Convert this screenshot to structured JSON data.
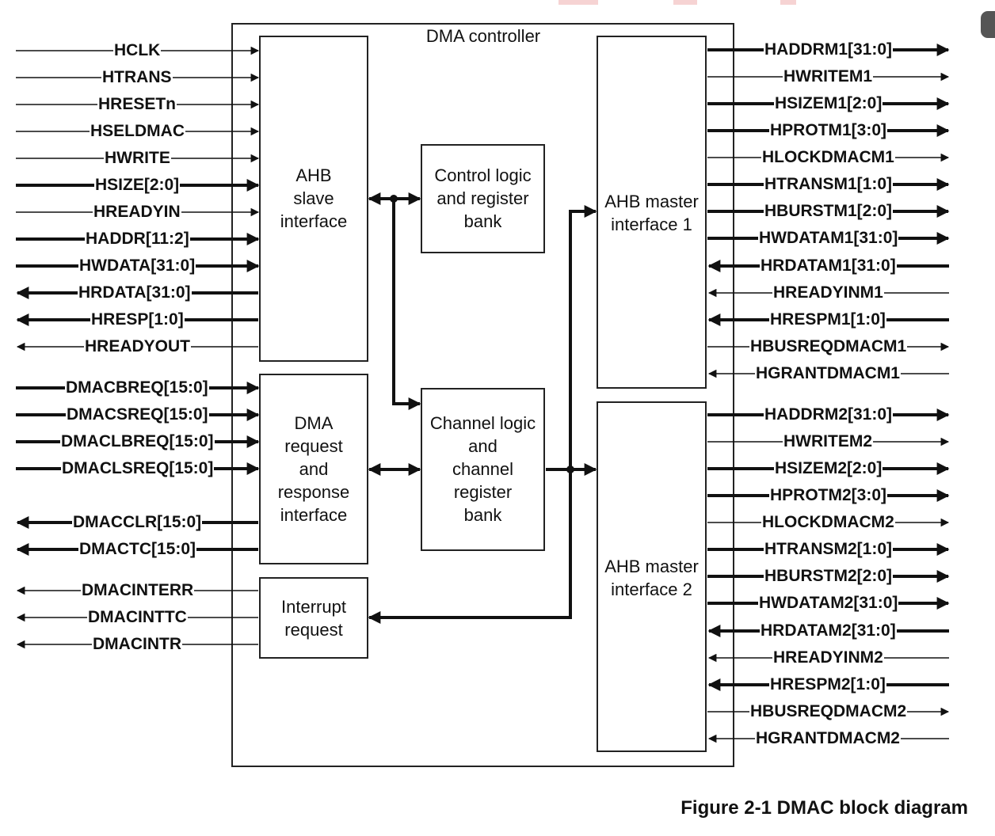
{
  "controller_title": "DMA controller",
  "caption": "Figure 2-1 DMAC block diagram",
  "blocks": {
    "ahb_slave": [
      "AHB",
      "slave",
      "interface"
    ],
    "control_logic": [
      "Control logic",
      "and register",
      "bank"
    ],
    "dma_request": [
      "DMA",
      "request",
      "and",
      "response",
      "interface"
    ],
    "channel_logic": [
      "Channel logic",
      "and",
      "channel",
      "register",
      "bank"
    ],
    "interrupt": [
      "Interrupt",
      "request"
    ],
    "ahb_master1": [
      "AHB master",
      "interface 1"
    ],
    "ahb_master2": [
      "AHB master",
      "interface 2"
    ]
  },
  "left_signals": [
    {
      "name": "HCLK",
      "dir": "in",
      "bus": false
    },
    {
      "name": "HTRANS",
      "dir": "in",
      "bus": false
    },
    {
      "name": "HRESETn",
      "dir": "in",
      "bus": false
    },
    {
      "name": "HSELDMAC",
      "dir": "in",
      "bus": false
    },
    {
      "name": "HWRITE",
      "dir": "in",
      "bus": false
    },
    {
      "name": "HSIZE[2:0]",
      "dir": "in",
      "bus": true
    },
    {
      "name": "HREADYIN",
      "dir": "in",
      "bus": false
    },
    {
      "name": "HADDR[11:2]",
      "dir": "in",
      "bus": true
    },
    {
      "name": "HWDATA[31:0]",
      "dir": "in",
      "bus": true
    },
    {
      "name": "HRDATA[31:0]",
      "dir": "out",
      "bus": true
    },
    {
      "name": "HRESP[1:0]",
      "dir": "out",
      "bus": true
    },
    {
      "name": "HREADYOUT",
      "dir": "out",
      "bus": false
    },
    {
      "name": "DMACBREQ[15:0]",
      "dir": "in",
      "bus": true
    },
    {
      "name": "DMACSREQ[15:0]",
      "dir": "in",
      "bus": true
    },
    {
      "name": "DMACLBREQ[15:0]",
      "dir": "in",
      "bus": true
    },
    {
      "name": "DMACLSREQ[15:0]",
      "dir": "in",
      "bus": true
    },
    {
      "name": "DMACCLR[15:0]",
      "dir": "out",
      "bus": true
    },
    {
      "name": "DMACTC[15:0]",
      "dir": "out",
      "bus": true
    },
    {
      "name": "DMACINTERR",
      "dir": "out",
      "bus": false
    },
    {
      "name": "DMACINTTC",
      "dir": "out",
      "bus": false
    },
    {
      "name": "DMACINTR",
      "dir": "out",
      "bus": false
    }
  ],
  "right_signals": [
    {
      "name": "HADDRM1[31:0]",
      "dir": "out",
      "bus": true
    },
    {
      "name": "HWRITEM1",
      "dir": "out",
      "bus": false
    },
    {
      "name": "HSIZEM1[2:0]",
      "dir": "out",
      "bus": true
    },
    {
      "name": "HPROTM1[3:0]",
      "dir": "out",
      "bus": true
    },
    {
      "name": "HLOCKDMACM1",
      "dir": "out",
      "bus": false
    },
    {
      "name": "HTRANSM1[1:0]",
      "dir": "out",
      "bus": true
    },
    {
      "name": "HBURSTM1[2:0]",
      "dir": "out",
      "bus": true
    },
    {
      "name": "HWDATAM1[31:0]",
      "dir": "out",
      "bus": true
    },
    {
      "name": "HRDATAM1[31:0]",
      "dir": "in",
      "bus": true
    },
    {
      "name": "HREADYINM1",
      "dir": "in",
      "bus": false
    },
    {
      "name": "HRESPM1[1:0]",
      "dir": "in",
      "bus": true
    },
    {
      "name": "HBUSREQDMACM1",
      "dir": "out",
      "bus": false
    },
    {
      "name": "HGRANTDMACM1",
      "dir": "in",
      "bus": false
    },
    {
      "name": "HADDRM2[31:0]",
      "dir": "out",
      "bus": true
    },
    {
      "name": "HWRITEM2",
      "dir": "out",
      "bus": false
    },
    {
      "name": "HSIZEM2[2:0]",
      "dir": "out",
      "bus": true
    },
    {
      "name": "HPROTM2[3:0]",
      "dir": "out",
      "bus": true
    },
    {
      "name": "HLOCKDMACM2",
      "dir": "out",
      "bus": false
    },
    {
      "name": "HTRANSM2[1:0]",
      "dir": "out",
      "bus": true
    },
    {
      "name": "HBURSTM2[2:0]",
      "dir": "out",
      "bus": true
    },
    {
      "name": "HWDATAM2[31:0]",
      "dir": "out",
      "bus": true
    },
    {
      "name": "HRDATAM2[31:0]",
      "dir": "in",
      "bus": true
    },
    {
      "name": "HREADYINM2",
      "dir": "in",
      "bus": false
    },
    {
      "name": "HRESPM2[1:0]",
      "dir": "in",
      "bus": true
    },
    {
      "name": "HBUSREQDMACM2",
      "dir": "out",
      "bus": false
    },
    {
      "name": "HGRANTDMACM2",
      "dir": "in",
      "bus": false
    }
  ]
}
